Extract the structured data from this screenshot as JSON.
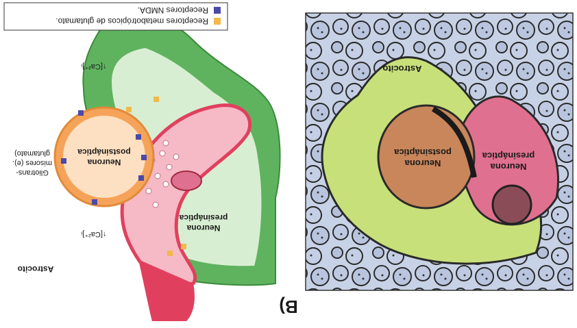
{
  "panel_label": "B)",
  "legend": {
    "items": [
      {
        "label": "Receptores metabotrópicos de glutamato.",
        "color": "#f2b84b",
        "icon": "square-marker"
      },
      {
        "label": "Receptores NMDA.",
        "color": "#4a4aa8",
        "icon": "square-marker"
      }
    ]
  },
  "micrograph": {
    "labels": {
      "presynaptic_line1": "Neurona",
      "presynaptic_line2": "presináptica",
      "postsynaptic_line1": "Neurona",
      "postsynaptic_line2": "postsináptica",
      "astrocyte": "Astrocito"
    },
    "colors": {
      "presynaptic": "#e0708f",
      "postsynaptic": "#c9865a",
      "astrocyte": "#c7e07a",
      "background": "#c8d2e6"
    }
  },
  "schematic": {
    "labels": {
      "presynaptic_line1": "Neurona",
      "presynaptic_line2": "presináptica",
      "postsynaptic_line1": "Neurona",
      "postsynaptic_line2": "postsináptica",
      "gliotransmitters_line1": "Gliotrans-",
      "gliotransmitters_line2": "misores (e).",
      "gliotransmitters_line3": "glutamato)",
      "calcium_top": "↑[Ca²⁺]ᵢ",
      "calcium_bottom": "↑[Ca²⁺]ᵢ",
      "astrocyte": "Astrocito"
    },
    "colors": {
      "astrocyte": "#5fb35f",
      "astrocyte_inner": "#d8eed2",
      "presynaptic": "#f6b9c6",
      "presynaptic_edge": "#e0405e",
      "postsynaptic": "#f6a35a",
      "postsynaptic_inner": "#fde0c2"
    }
  }
}
